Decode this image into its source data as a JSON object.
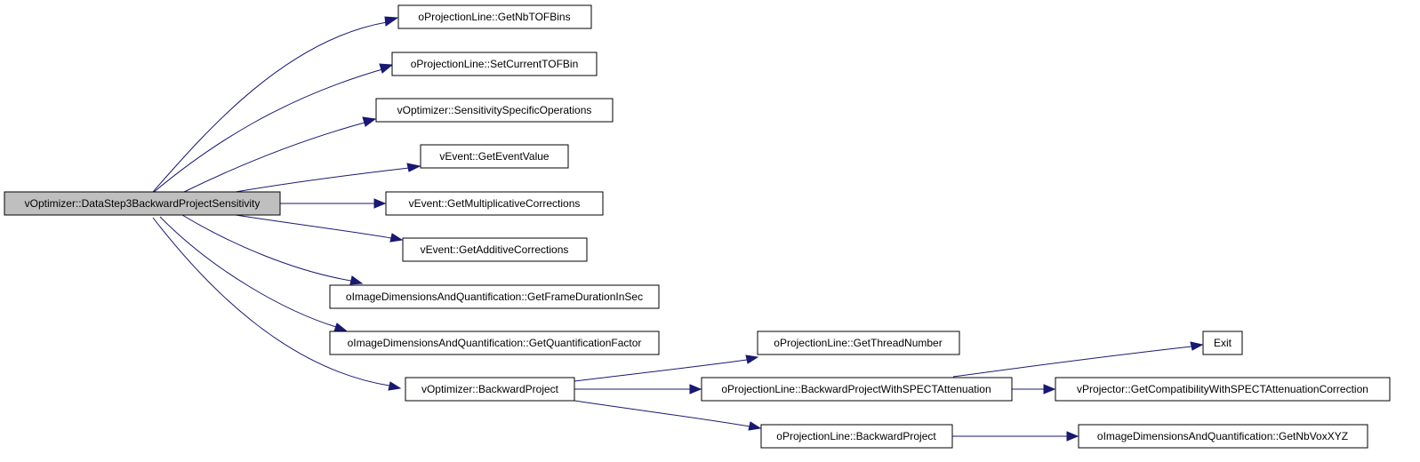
{
  "graph": {
    "root": "vOptimizer::DataStep3BackwardProjectSensitivity",
    "nodes": {
      "root": "vOptimizer::DataStep3BackwardProjectSensitivity",
      "n1": "oProjectionLine::GetNbTOFBins",
      "n2": "oProjectionLine::SetCurrentTOFBin",
      "n3": "vOptimizer::SensitivitySpecificOperations",
      "n4": "vEvent::GetEventValue",
      "n5": "vEvent::GetMultiplicativeCorrections",
      "n6": "vEvent::GetAdditiveCorrections",
      "n7": "oImageDimensionsAndQuantification::GetFrameDurationInSec",
      "n8": "oImageDimensionsAndQuantification::GetQuantificationFactor",
      "n9": "vOptimizer::BackwardProject",
      "n10": "oProjectionLine::GetThreadNumber",
      "n11": "oProjectionLine::BackwardProjectWithSPECTAttenuation",
      "n12": "oProjectionLine::BackwardProject",
      "n13": "Exit",
      "n14": "vProjector::GetCompatibilityWithSPECTAttenuationCorrection",
      "n15": "oImageDimensionsAndQuantification::GetNbVoxXYZ"
    },
    "edges": [
      [
        "root",
        "n1"
      ],
      [
        "root",
        "n2"
      ],
      [
        "root",
        "n3"
      ],
      [
        "root",
        "n4"
      ],
      [
        "root",
        "n5"
      ],
      [
        "root",
        "n6"
      ],
      [
        "root",
        "n7"
      ],
      [
        "root",
        "n8"
      ],
      [
        "root",
        "n9"
      ],
      [
        "n9",
        "n10"
      ],
      [
        "n9",
        "n11"
      ],
      [
        "n9",
        "n12"
      ],
      [
        "n11",
        "n13"
      ],
      [
        "n11",
        "n14"
      ],
      [
        "n12",
        "n15"
      ]
    ],
    "colors": {
      "edge": "#191970",
      "root_fill": "#bfbfbf",
      "node_fill": "#ffffff",
      "border": "#000000"
    }
  }
}
